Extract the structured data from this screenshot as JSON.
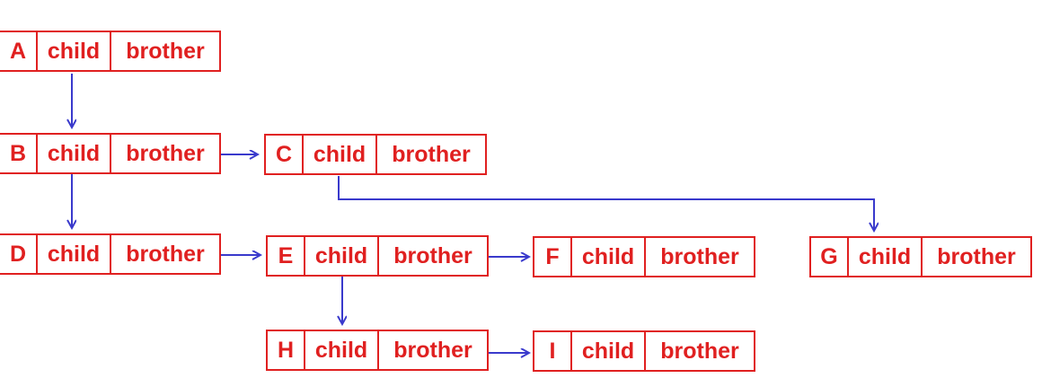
{
  "colors": {
    "node_border": "#e02020",
    "node_text": "#e02020",
    "edge": "#3a3acc",
    "background": "#ffffff"
  },
  "nodes": [
    {
      "id": "A",
      "name": "A",
      "child_label": "child",
      "brother_label": "brother"
    },
    {
      "id": "B",
      "name": "B",
      "child_label": "child",
      "brother_label": "brother"
    },
    {
      "id": "C",
      "name": "C",
      "child_label": "child",
      "brother_label": "brother"
    },
    {
      "id": "D",
      "name": "D",
      "child_label": "child",
      "brother_label": "brother"
    },
    {
      "id": "E",
      "name": "E",
      "child_label": "child",
      "brother_label": "brother"
    },
    {
      "id": "F",
      "name": "F",
      "child_label": "child",
      "brother_label": "brother"
    },
    {
      "id": "G",
      "name": "G",
      "child_label": "child",
      "brother_label": "brother"
    },
    {
      "id": "H",
      "name": "H",
      "child_label": "child",
      "brother_label": "brother"
    },
    {
      "id": "I",
      "name": "I",
      "child_label": "child",
      "brother_label": "brother"
    }
  ],
  "edges": [
    {
      "from": "A",
      "port": "child",
      "to": "B"
    },
    {
      "from": "B",
      "port": "child",
      "to": "D"
    },
    {
      "from": "B",
      "port": "brother",
      "to": "C"
    },
    {
      "from": "C",
      "port": "child",
      "to": "G"
    },
    {
      "from": "D",
      "port": "brother",
      "to": "E"
    },
    {
      "from": "E",
      "port": "child",
      "to": "H"
    },
    {
      "from": "E",
      "port": "brother",
      "to": "F"
    },
    {
      "from": "H",
      "port": "brother",
      "to": "I"
    }
  ]
}
